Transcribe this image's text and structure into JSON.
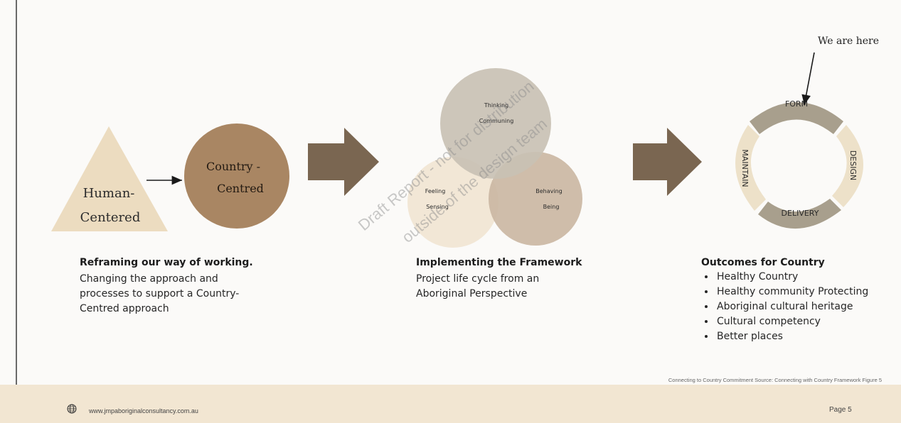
{
  "watermark": {
    "line1": "Draft Report - not for distribution",
    "line2": "outside of the design team"
  },
  "colors": {
    "triangle": "#ecdcc0",
    "circle": "#a98663",
    "arrow": "#7a6651",
    "venn_top": "#c9c1b4",
    "venn_left": "#f1e6d4",
    "venn_right": "#cbb7a3",
    "cycle_dark": "#a89f8d",
    "cycle_light": "#ede1c9",
    "footer": "#f2e6d2"
  },
  "step1": {
    "triangle_line1": "Human-",
    "triangle_line2": "Centered",
    "circle_line1": "Country -",
    "circle_line2": "Centred",
    "title": "Reframing our way of working.",
    "text_lines": [
      "Changing the approach and",
      "processes to support a Country-",
      "Centred approach"
    ]
  },
  "step2": {
    "top_line1": "Thinking",
    "top_line2": "Communing",
    "left_line1": "Feeling",
    "left_line2": "Sensing",
    "right_line1": "Behaving",
    "right_line2": "Being",
    "title": "Implementing the Framework",
    "text_lines": [
      "Project life cycle from an",
      "Aboriginal Perspective"
    ]
  },
  "step3": {
    "pointer": "We are here",
    "stage_top": "FORM",
    "stage_right": "DESIGN",
    "stage_bottom": "DELIVERY",
    "stage_left": "MAINTAIN",
    "title": "Outcomes for Country",
    "items": [
      "Healthy Country",
      "Healthy community Protecting",
      "Aboriginal cultural heritage",
      "Cultural competency",
      "Better places"
    ]
  },
  "footer": {
    "caption": "Connecting to Country Commitment Source: Connecting with Country Framework Figure 5",
    "url": "www.jmpaboriginalconsultancy.com.au",
    "globe_icon": "globe-icon",
    "page": "Page 5"
  }
}
